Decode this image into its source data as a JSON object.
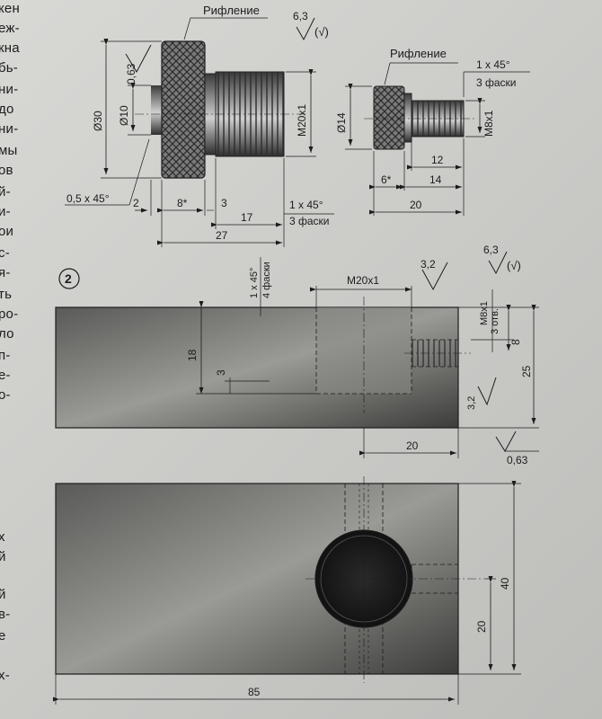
{
  "left_margin_text": [
    "кен",
    "еж-",
    "кна",
    "бь-",
    "ни-",
    "до",
    "ни-",
    "мы",
    "ов",
    "й-",
    "и-",
    "ои",
    "с-",
    "я-",
    "ть",
    "ро-",
    "ло",
    "п-",
    "е-",
    "о-",
    "х",
    "й",
    "й",
    "в-",
    "е",
    "х-"
  ],
  "figure_number": "2",
  "part1": {
    "knurl_label": "Рифление",
    "dia_head": "Ø30",
    "dia_neck": "Ø10",
    "roughness_top": "0,63",
    "thread": "M20x1",
    "chamfer_left": "0,5 x 45°",
    "len_2": "2",
    "len_8": "8*",
    "len_3": "3",
    "len_17": "17",
    "len_27": "27",
    "chamfer_right": "1 x 45°",
    "chamfer_right_count": "3 фаски"
  },
  "general_roughness": {
    "value": "6,3",
    "check": "(√)"
  },
  "part2": {
    "knurl_label": "Рифление",
    "chamfer": "1 x 45°",
    "chamfer_count": "3 фаски",
    "dia": "Ø14",
    "thread": "M8x1",
    "len_12": "12",
    "len_6": "6*",
    "len_14": "14",
    "len_20": "20"
  },
  "block": {
    "general_roughness": {
      "value": "6,3",
      "check": "(√)"
    },
    "chamfer": "1 x 45°",
    "chamfer_count": "4 фаски",
    "thread_top": "M20x1",
    "roughness_top": "3,2",
    "height_18": "18",
    "depth_3": "3",
    "hole_m8": "M8x1",
    "hole_count": "3 отв.",
    "dim_8": "8",
    "dim_25": "25",
    "roughness_side": "3,2",
    "dim_20_front": "20",
    "roughness_bottom": "0,63",
    "dim_40": "40",
    "dim_20_side": "20",
    "dim_85": "85"
  }
}
